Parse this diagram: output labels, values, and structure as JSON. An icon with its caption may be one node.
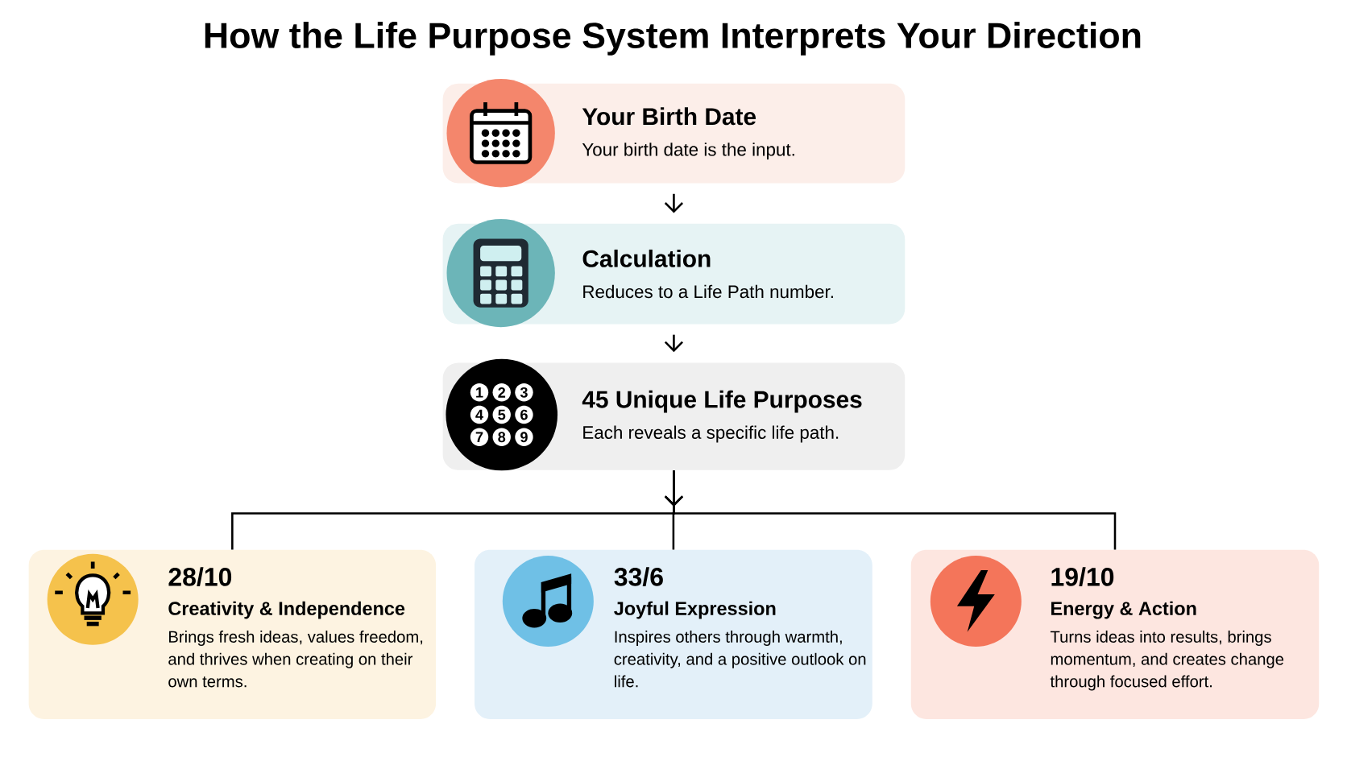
{
  "diagram": {
    "title": "How the Life Purpose System Interprets Your Direction",
    "nodes": [
      {
        "text": [
          "Your Birth Date",
          "Your birth date is the input."
        ]
      },
      {
        "text": [
          "Calculation",
          "Reduces to a Life Path number."
        ]
      },
      {
        "text": [
          "45 Unique Life Purposes",
          "Each reveals a specific life path."
        ]
      },
      {
        "text": [
          "28/10",
          "Creativity & Independence",
          "Brings fresh ideas, values freedom, and thrives when creating on their own terms."
        ]
      },
      {
        "text": [
          "33/6",
          "Joyful Expression",
          "Inspires others through warmth, creativity, and a positive outlook on life."
        ]
      },
      {
        "text": [
          "19/10",
          "Energy & Action",
          "Turns ideas into results, brings momentum, and creates change through focused effort."
        ]
      }
    ],
    "edges": [
      {
        "from": 0,
        "to": 1,
        "arrow": "to"
      },
      {
        "from": 1,
        "to": 2,
        "arrow": "to"
      },
      {
        "from": 2,
        "to": 3,
        "arrow": "to"
      },
      {
        "from": 2,
        "to": 4,
        "arrow": "to"
      },
      {
        "from": 2,
        "to": 5,
        "arrow": "to"
      }
    ],
    "labels": [
      "1",
      "2",
      "3",
      "4",
      "5",
      "6",
      "7",
      "8",
      "9"
    ]
  }
}
